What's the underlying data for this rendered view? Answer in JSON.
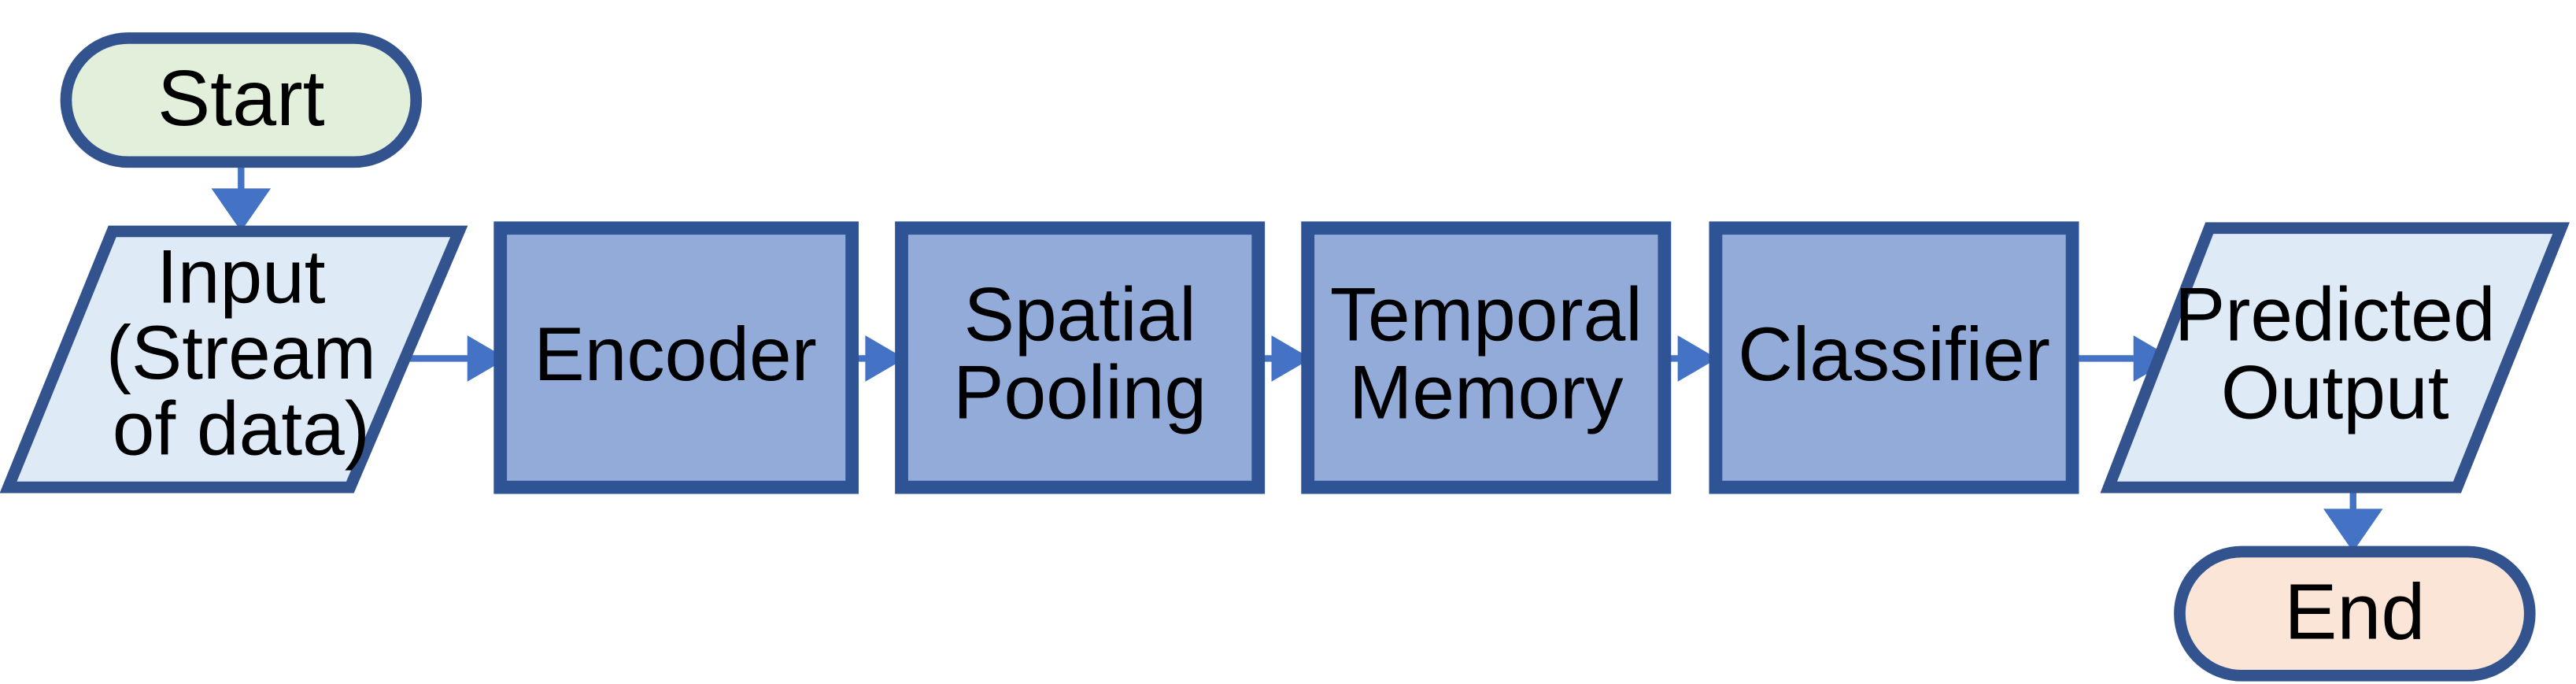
{
  "diagram": {
    "type": "flowchart",
    "orientation": "left-to-right",
    "title": "HTM pipeline flowchart",
    "colors": {
      "start_fill": "#E2EFDA",
      "end_fill": "#FBE5D6",
      "io_fill": "#DEEAF6",
      "process_fill": "#93ABD9",
      "border": "#33538E",
      "process_border": "#2F5496",
      "connector": "#4472C4",
      "background": "#FFFFFF",
      "text": "#000000"
    },
    "nodes": [
      {
        "id": "start",
        "label": "Start",
        "lines": [
          "Start"
        ],
        "shape": "terminator",
        "fill": "#E2EFDA"
      },
      {
        "id": "input",
        "label": "Input (Stream of data)",
        "lines": [
          "Input",
          "(Stream",
          "of data)"
        ],
        "shape": "parallelogram",
        "fill": "#DEEAF6"
      },
      {
        "id": "encoder",
        "label": "Encoder",
        "lines": [
          "Encoder"
        ],
        "shape": "rectangle",
        "fill": "#93ABD9"
      },
      {
        "id": "spatial_pooling",
        "label": "Spatial Pooling",
        "lines": [
          "Spatial",
          "Pooling"
        ],
        "shape": "rectangle",
        "fill": "#93ABD9"
      },
      {
        "id": "temporal_memory",
        "label": "Temporal Memory",
        "lines": [
          "Temporal",
          "Memory"
        ],
        "shape": "rectangle",
        "fill": "#93ABD9"
      },
      {
        "id": "classifier",
        "label": "Classifier",
        "lines": [
          "Classifier"
        ],
        "shape": "rectangle",
        "fill": "#93ABD9"
      },
      {
        "id": "predicted_output",
        "label": "Predicted Output",
        "lines": [
          "Predicted",
          "Output"
        ],
        "shape": "parallelogram",
        "fill": "#DEEAF6"
      },
      {
        "id": "end",
        "label": "End",
        "lines": [
          "End"
        ],
        "shape": "terminator",
        "fill": "#FBE5D6"
      }
    ],
    "edges": [
      {
        "id": "e1",
        "from": "start",
        "to": "input",
        "direction": "down",
        "label": ""
      },
      {
        "id": "e2",
        "from": "input",
        "to": "encoder",
        "direction": "right",
        "label": ""
      },
      {
        "id": "e3",
        "from": "encoder",
        "to": "spatial_pooling",
        "direction": "right",
        "label": ""
      },
      {
        "id": "e4",
        "from": "spatial_pooling",
        "to": "temporal_memory",
        "direction": "right",
        "label": ""
      },
      {
        "id": "e5",
        "from": "temporal_memory",
        "to": "classifier",
        "direction": "right",
        "label": ""
      },
      {
        "id": "e6",
        "from": "classifier",
        "to": "predicted_output",
        "direction": "right",
        "label": ""
      },
      {
        "id": "e7",
        "from": "predicted_output",
        "to": "end",
        "direction": "down",
        "label": ""
      }
    ]
  }
}
